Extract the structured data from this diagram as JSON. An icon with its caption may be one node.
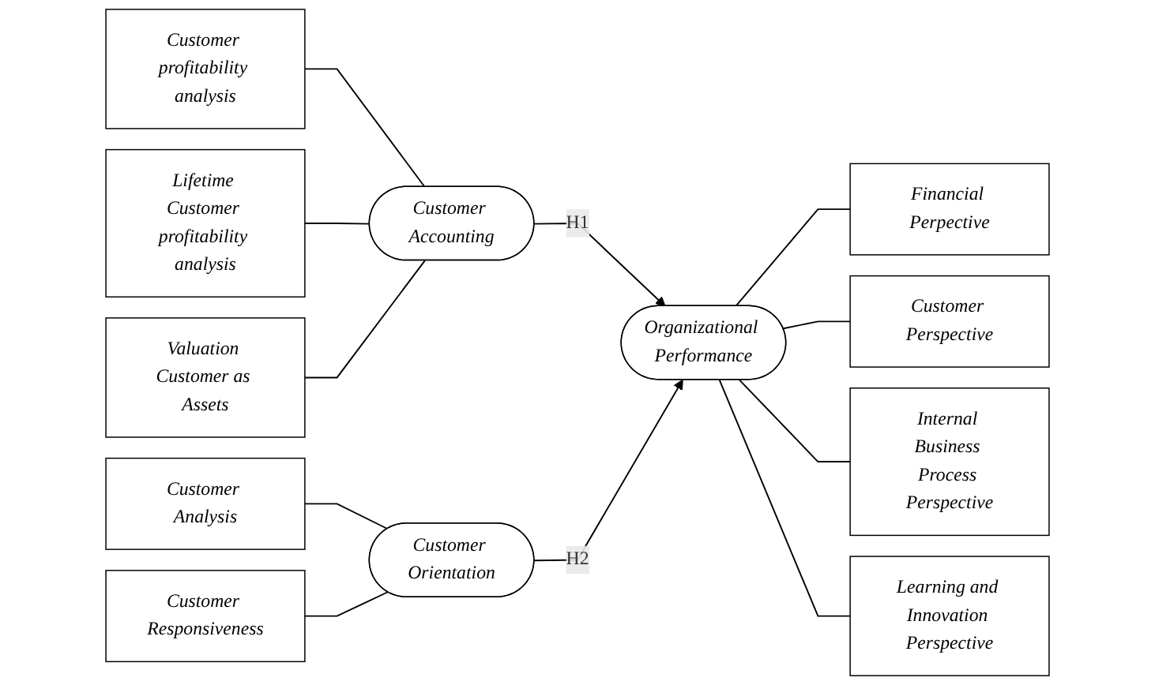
{
  "diagram": {
    "nodes": [
      {
        "text": [
          "Customer profitability analysis"
        ]
      },
      {
        "text": [
          "Lifetime Customer profitability analysis"
        ]
      },
      {
        "text": [
          "Valuation Customer as Assets"
        ]
      },
      {
        "text": [
          "Customer Accounting"
        ]
      },
      {
        "text": [
          "Organizational Performance"
        ]
      },
      {
        "text": [
          "Financial Perpective"
        ]
      },
      {
        "text": [
          "Customer Perspective"
        ]
      },
      {
        "text": [
          "Internal Business Process Perspective"
        ]
      },
      {
        "text": [
          "Learning and Innovation Perspective"
        ]
      },
      {
        "text": [
          "Customer Analysis"
        ]
      },
      {
        "text": [
          "Customer Responsiveness"
        ]
      },
      {
        "text": [
          "Customer Orientation"
        ]
      }
    ],
    "edges": [
      {
        "from": 0,
        "to": 3,
        "arrow": "none"
      },
      {
        "from": 1,
        "to": 3,
        "arrow": "none"
      },
      {
        "from": 2,
        "to": 3,
        "arrow": "none"
      },
      {
        "from": 3,
        "to": 4,
        "arrow": "to",
        "label": "H1"
      },
      {
        "from": 4,
        "to": 5,
        "arrow": "none"
      },
      {
        "from": 4,
        "to": 6,
        "arrow": "none"
      },
      {
        "from": 4,
        "to": 7,
        "arrow": "none"
      },
      {
        "from": 4,
        "to": 8,
        "arrow": "none"
      },
      {
        "from": 9,
        "to": 11,
        "arrow": "none"
      },
      {
        "from": 10,
        "to": 11,
        "arrow": "none"
      },
      {
        "from": 11,
        "to": 4,
        "arrow": "to",
        "label": "H2"
      }
    ]
  }
}
